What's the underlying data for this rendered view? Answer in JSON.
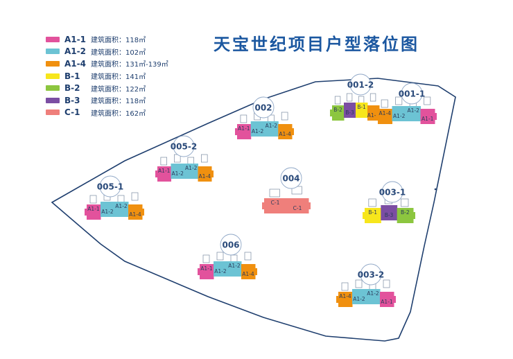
{
  "title": "天宝世纪项目户型落位图",
  "legend": {
    "area_label": "建筑面积：",
    "items": [
      {
        "code": "A1-1",
        "area": "118㎡",
        "color": "#e2529c"
      },
      {
        "code": "A1-2",
        "area": "102㎡",
        "color": "#6cc3d4"
      },
      {
        "code": "A1-4",
        "area": "131㎡-139㎡",
        "color": "#f0900f"
      },
      {
        "code": "B-1",
        "area": "141㎡",
        "color": "#f7e61c"
      },
      {
        "code": "B-2",
        "area": "122㎡",
        "color": "#8cc63f"
      },
      {
        "code": "B-3",
        "area": "118㎡",
        "color": "#7b4ea3"
      },
      {
        "code": "C-1",
        "area": "162㎡",
        "color": "#ef7f7b"
      }
    ]
  },
  "colors": {
    "boundary": "#1e3e6e",
    "label_text": "#2a4a7a",
    "circle_stroke": "#8ea6c6"
  },
  "buildings": [
    {
      "name": "002",
      "units": [
        "A1-1",
        "A1-2",
        "A1-2",
        "A1-4"
      ]
    },
    {
      "name": "001-2",
      "units": [
        "B-2",
        "B-3",
        "B-1",
        "A1-4"
      ]
    },
    {
      "name": "001-1",
      "units": [
        "A1-4",
        "A1-2",
        "A1-2",
        "A1-1"
      ]
    },
    {
      "name": "005-2",
      "units": [
        "A1-1",
        "A1-2",
        "A1-2",
        "A1-4"
      ]
    },
    {
      "name": "005-1",
      "units": [
        "A1-1",
        "A1-2",
        "A1-2",
        "A1-4"
      ]
    },
    {
      "name": "004",
      "units": [
        "C-1",
        "C-1"
      ]
    },
    {
      "name": "003-1",
      "units": [
        "B-1",
        "B-3",
        "B-2"
      ]
    },
    {
      "name": "006",
      "units": [
        "A1-1",
        "A1-2",
        "A1-2",
        "A1-4"
      ]
    },
    {
      "name": "003-2",
      "units": [
        "A1-4",
        "A1-2",
        "A1-2",
        "A1-1"
      ]
    }
  ]
}
